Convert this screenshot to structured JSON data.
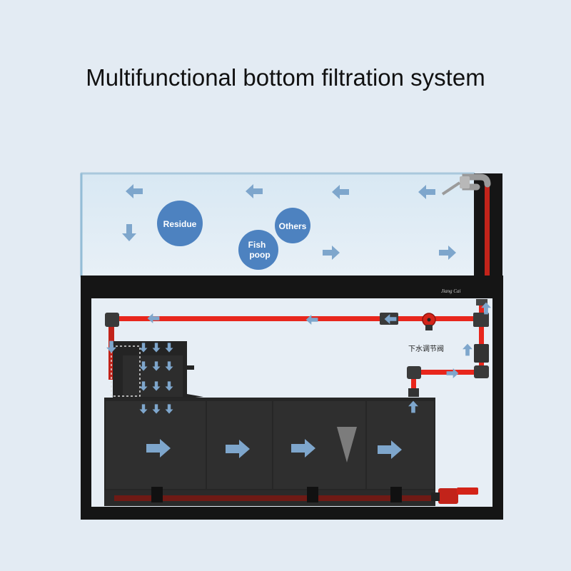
{
  "title": "Multifunctional bottom filtration system",
  "labels": {
    "residue": "Residue",
    "others": "Others",
    "fish_poop_line1": "Fish",
    "fish_poop_line2": "poop",
    "valve_label": "下水调节阀",
    "brand": "Jiang Cai"
  },
  "colors": {
    "background": "#e3ebf3",
    "cabinet": "#161616",
    "filter_box": "#2e2e2e",
    "pipe": "#e8261c",
    "arrow": "#7ea6cc",
    "bubble": "#4d82c0",
    "glass": "#cfe3f0"
  }
}
